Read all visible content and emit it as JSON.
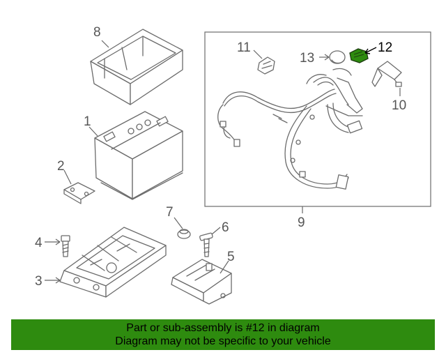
{
  "diagram": {
    "callouts": {
      "c1": "1",
      "c2": "2",
      "c3": "3",
      "c4": "4",
      "c5": "5",
      "c6": "6",
      "c7": "7",
      "c8": "8",
      "c9": "9",
      "c10": "10",
      "c11": "11",
      "c12": "12",
      "c13": "13"
    },
    "highlighted_part": "12",
    "highlight_color": "#2e8b0f"
  },
  "banner": {
    "line1": "Part or sub-assembly is #12 in diagram",
    "line2": "Diagram may not be specific to your vehicle",
    "background": "#2e8b0f"
  }
}
